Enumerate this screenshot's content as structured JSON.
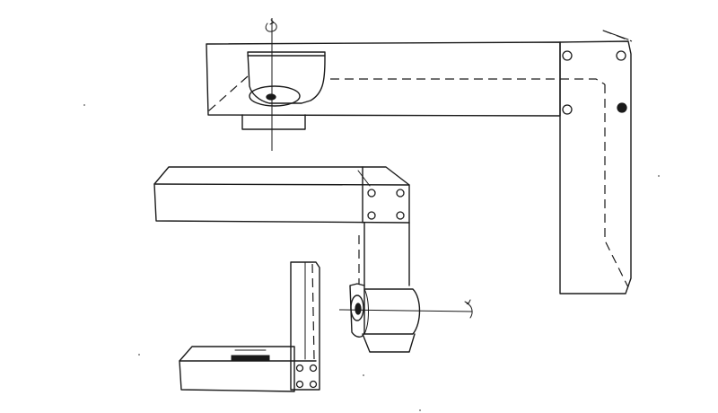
{
  "drawing": {
    "ink_color": "#1a1a1a",
    "paper_color": "#ffffff",
    "parts": [
      {
        "name": "upper-bracket-assembly",
        "shows_rotation_axis": true,
        "hidden_lines": true
      },
      {
        "name": "middle-bracket",
        "hole_count": 4
      },
      {
        "name": "cylinder-housing",
        "shows_rotation_axis": true
      },
      {
        "name": "small-angle-bracket",
        "hole_count": 4
      }
    ]
  }
}
